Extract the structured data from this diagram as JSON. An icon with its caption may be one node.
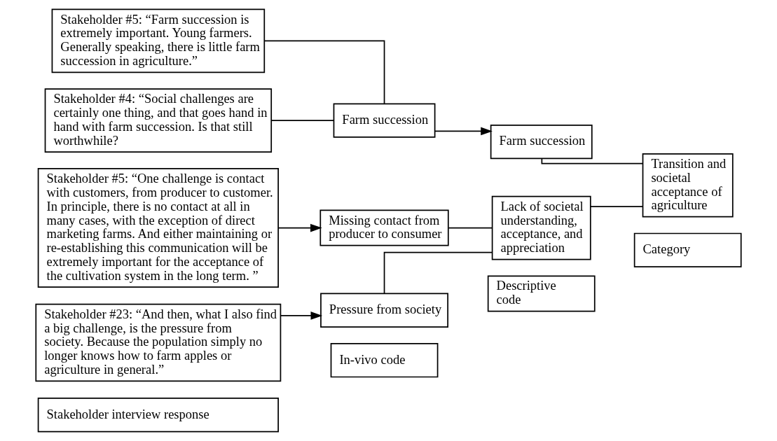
{
  "diagram": {
    "nodes": [
      {
        "text": [
          "Stakeholder interview response"
        ]
      },
      {
        "text": [
          "In-vivo code"
        ]
      },
      {
        "text": [
          "Descriptive code"
        ]
      },
      {
        "text": [
          "Category"
        ]
      },
      {
        "text": [
          "Stakeholder #5: “Farm succession is extremely important. Young farmers. Generally speaking, there is little farm succession in agriculture.”"
        ]
      },
      {
        "text": [
          "Stakeholder #4: “Social challenges are certainly one thing, and that goes hand in hand with farm succession. Is that still worthwhile?"
        ]
      },
      {
        "text": [
          "Stakeholder #5: “One challenge is contact with customers, from producer to customer. In principle, there is no contact at all in many cases, with the exception of direct marketing farms. And either maintaining or re-establishing this communication will be extremely important for the acceptance of the cultivation system in the long term. ”"
        ]
      },
      {
        "text": [
          "Stakeholder #23: “And then, what I also find a big challenge, is the pressure from society. Because the population simply no longer knows how to farm apples or agriculture in general.”"
        ]
      },
      {
        "text": [
          "Farm succession"
        ]
      },
      {
        "text": [
          "Missing contact from producer to consumer"
        ]
      },
      {
        "text": [
          "Pressure from society"
        ]
      },
      {
        "text": [
          "Farm succession"
        ]
      },
      {
        "text": [
          "Lack of societal understanding, acceptance, and appreciation"
        ]
      },
      {
        "text": [
          "Transition and societal acceptance of agriculture"
        ]
      }
    ],
    "edges": [
      {
        "from": 4,
        "to": 8,
        "arrow": "none"
      },
      {
        "from": 5,
        "to": 8,
        "arrow": "none"
      },
      {
        "from": 6,
        "to": 9,
        "arrow": "to"
      },
      {
        "from": 7,
        "to": 10,
        "arrow": "to"
      },
      {
        "from": 8,
        "to": 11,
        "arrow": "to"
      },
      {
        "from": 9,
        "to": 12,
        "arrow": "none"
      },
      {
        "from": 10,
        "to": 12,
        "arrow": "none"
      },
      {
        "from": 11,
        "to": 13,
        "arrow": "none"
      },
      {
        "from": 12,
        "to": 13,
        "arrow": "none"
      }
    ]
  }
}
